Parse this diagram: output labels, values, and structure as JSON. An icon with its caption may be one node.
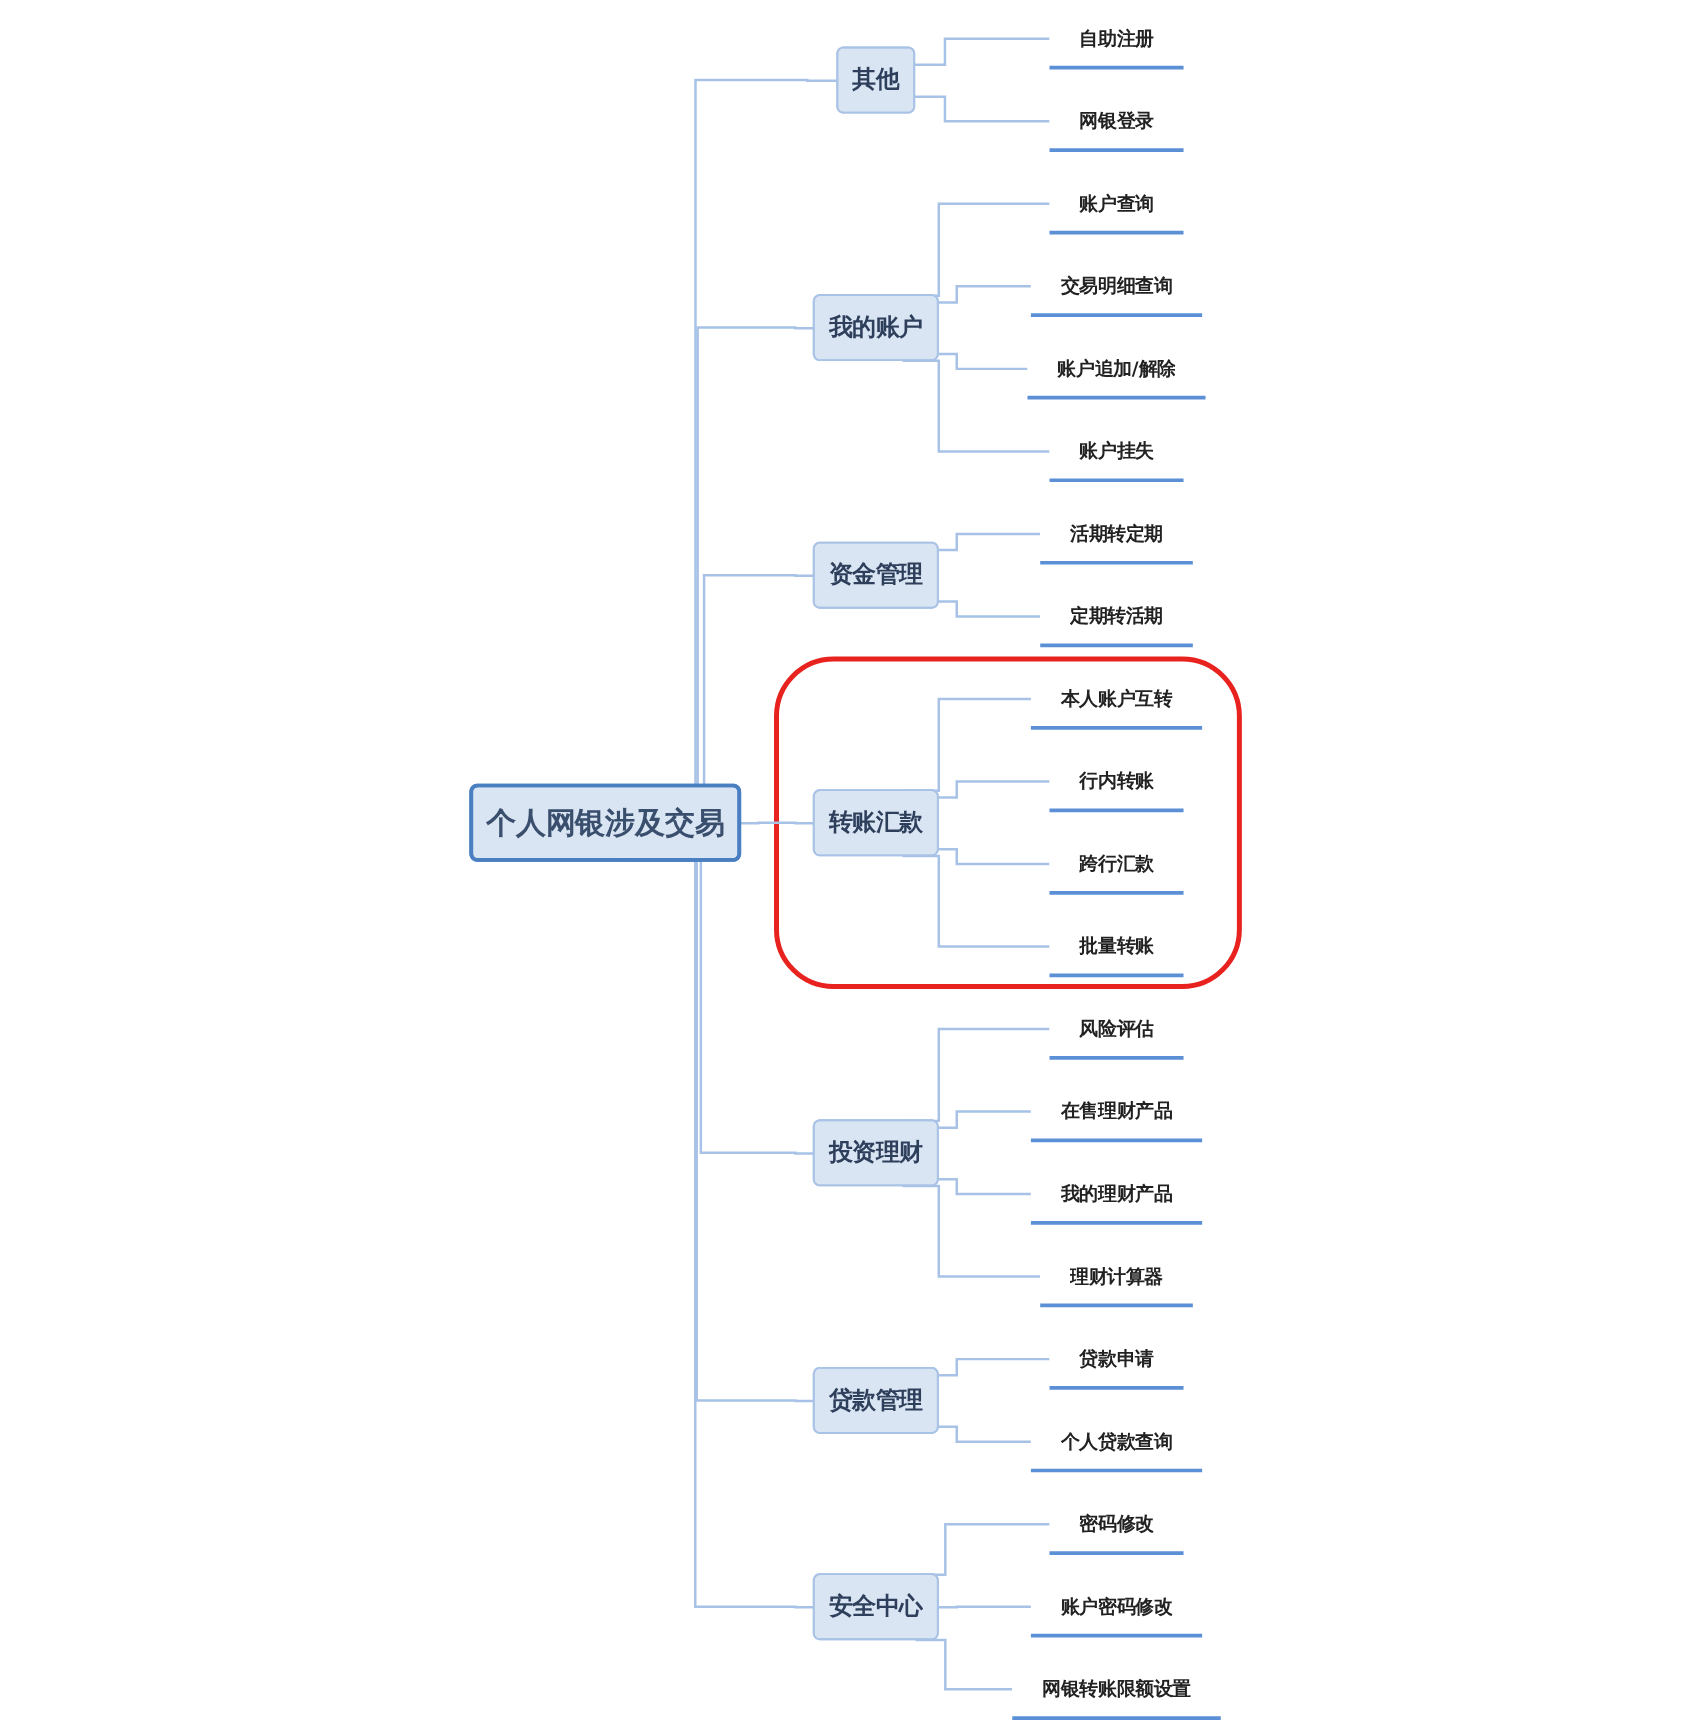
{
  "diagram": {
    "nodes": [
      {
        "text": [
          "个人网银涉及交易"
        ]
      },
      {
        "text": [
          "其他"
        ]
      },
      {
        "text": [
          "自助注册"
        ]
      },
      {
        "text": [
          "网银登录"
        ]
      },
      {
        "text": [
          "我的账户"
        ]
      },
      {
        "text": [
          "账户查询"
        ]
      },
      {
        "text": [
          "交易明细查询"
        ]
      },
      {
        "text": [
          "账户追加/解除"
        ]
      },
      {
        "text": [
          "账户挂失"
        ]
      },
      {
        "text": [
          "资金管理"
        ]
      },
      {
        "text": [
          "活期转定期"
        ]
      },
      {
        "text": [
          "定期转活期"
        ]
      },
      {
        "text": [],
        "shape": "ellipse"
      },
      {
        "text": [
          "转账汇款"
        ],
        "in": 12
      },
      {
        "text": [
          "本人账户互转"
        ],
        "in": 12
      },
      {
        "text": [
          "行内转账"
        ],
        "in": 12
      },
      {
        "text": [
          "跨行汇款"
        ],
        "in": 12
      },
      {
        "text": [
          "批量转账"
        ],
        "in": 12
      },
      {
        "text": [
          "投资理财"
        ]
      },
      {
        "text": [
          "风险评估"
        ]
      },
      {
        "text": [
          "在售理财产品"
        ]
      },
      {
        "text": [
          "我的理财产品"
        ]
      },
      {
        "text": [
          "理财计算器"
        ]
      },
      {
        "text": [
          "贷款管理"
        ]
      },
      {
        "text": [
          "贷款申请"
        ]
      },
      {
        "text": [
          "个人贷款查询"
        ]
      },
      {
        "text": [
          "安全中心"
        ]
      },
      {
        "text": [
          "密码修改"
        ]
      },
      {
        "text": [
          "账户密码修改"
        ]
      },
      {
        "text": [
          "网银转账限额设置"
        ]
      }
    ],
    "edges": [
      {
        "from": 0,
        "to": 1,
        "arrow": "none"
      },
      {
        "from": 1,
        "to": 2,
        "arrow": "none"
      },
      {
        "from": 1,
        "to": 3,
        "arrow": "none"
      },
      {
        "from": 0,
        "to": 4,
        "arrow": "none"
      },
      {
        "from": 4,
        "to": 5,
        "arrow": "none"
      },
      {
        "from": 4,
        "to": 6,
        "arrow": "none"
      },
      {
        "from": 4,
        "to": 7,
        "arrow": "none"
      },
      {
        "from": 4,
        "to": 8,
        "arrow": "none"
      },
      {
        "from": 0,
        "to": 9,
        "arrow": "none"
      },
      {
        "from": 9,
        "to": 10,
        "arrow": "none"
      },
      {
        "from": 9,
        "to": 11,
        "arrow": "none"
      },
      {
        "from": 0,
        "to": 13,
        "arrow": "none"
      },
      {
        "from": 13,
        "to": 14,
        "arrow": "none"
      },
      {
        "from": 13,
        "to": 15,
        "arrow": "none"
      },
      {
        "from": 13,
        "to": 16,
        "arrow": "none"
      },
      {
        "from": 13,
        "to": 17,
        "arrow": "none"
      },
      {
        "from": 0,
        "to": 18,
        "arrow": "none"
      },
      {
        "from": 18,
        "to": 19,
        "arrow": "none"
      },
      {
        "from": 18,
        "to": 20,
        "arrow": "none"
      },
      {
        "from": 18,
        "to": 21,
        "arrow": "none"
      },
      {
        "from": 18,
        "to": 22,
        "arrow": "none"
      },
      {
        "from": 0,
        "to": 23,
        "arrow": "none"
      },
      {
        "from": 23,
        "to": 24,
        "arrow": "none"
      },
      {
        "from": 23,
        "to": 25,
        "arrow": "none"
      },
      {
        "from": 0,
        "to": 26,
        "arrow": "none"
      },
      {
        "from": 26,
        "to": 27,
        "arrow": "none"
      },
      {
        "from": 26,
        "to": 28,
        "arrow": "none"
      },
      {
        "from": 26,
        "to": 29,
        "arrow": "none"
      }
    ]
  }
}
